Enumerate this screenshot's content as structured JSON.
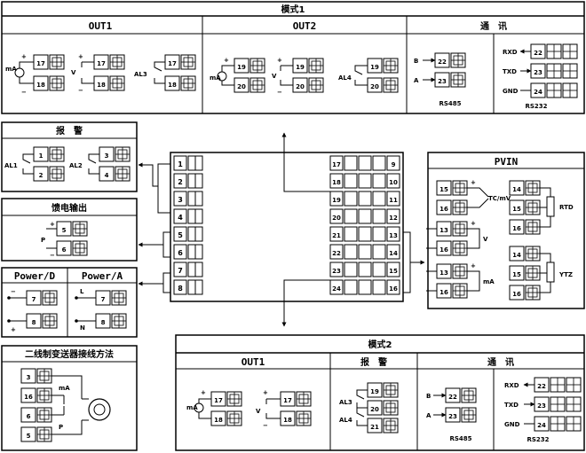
{
  "mode1": {
    "title": "模式1",
    "out1": {
      "title": "OUT1",
      "ma": "mA",
      "v": "V",
      "al3": "AL3",
      "t17": "17",
      "t18": "18",
      "plus": "+",
      "minus": "−"
    },
    "out2": {
      "title": "OUT2",
      "ma": "mA",
      "v": "V",
      "al4": "AL4",
      "t19": "19",
      "t20": "20"
    },
    "comm": {
      "title": "通　讯",
      "b": "B",
      "a": "A",
      "t22": "22",
      "t23": "23",
      "rs485": "RS485",
      "rxd": "RXD",
      "txd": "TXD",
      "gnd": "GND",
      "t24": "24",
      "rs232": "RS232"
    }
  },
  "alarm": {
    "title": "报　警",
    "al1": "AL1",
    "al2": "AL2",
    "t1": "1",
    "t2": "2",
    "t3": "3",
    "t4": "4"
  },
  "feed": {
    "title": "馈电输出",
    "p": "P",
    "t5": "5",
    "t6": "6",
    "plus": "+",
    "minus": "−"
  },
  "power": {
    "d_title": "Power/D",
    "a_title": "Power/A",
    "t7": "7",
    "t8": "8",
    "l": "L",
    "n": "N",
    "minus": "−",
    "plus": "+"
  },
  "two_wire": {
    "title": "二线制变送器接线方法",
    "t3": "3",
    "t16": "16",
    "t6": "6",
    "t5": "5",
    "ma": "mA",
    "p": "P"
  },
  "center": {
    "left_terms": [
      "1",
      "2",
      "3",
      "4",
      "5",
      "6",
      "7",
      "8"
    ],
    "mid_terms": [
      "17",
      "18",
      "19",
      "20",
      "21",
      "22",
      "23",
      "24"
    ],
    "right_terms": [
      "9",
      "10",
      "11",
      "12",
      "13",
      "14",
      "15",
      "16"
    ]
  },
  "pvin": {
    "title": "PVIN",
    "t13": "13",
    "t14": "14",
    "t15": "15",
    "t16": "16",
    "tcmv": "TC/mV",
    "rtd": "RTD",
    "v": "V",
    "ma": "mA",
    "ytz": "YTZ",
    "plus": "+",
    "minus": "−"
  },
  "mode2": {
    "title": "模式2",
    "out1": {
      "title": "OUT1",
      "ma": "mA",
      "v": "V",
      "t17": "17",
      "t18": "18",
      "plus": "+",
      "minus": "−"
    },
    "alarm": {
      "title": "报　警",
      "al3": "AL3",
      "al4": "AL4",
      "t19": "19",
      "t20": "20",
      "t21": "21"
    },
    "comm": {
      "title": "通　讯",
      "b": "B",
      "a": "A",
      "t22": "22",
      "t23": "23",
      "rs485": "RS485",
      "rxd": "RXD",
      "txd": "TXD",
      "gnd": "GND",
      "t24": "24",
      "rs232": "RS232"
    }
  }
}
